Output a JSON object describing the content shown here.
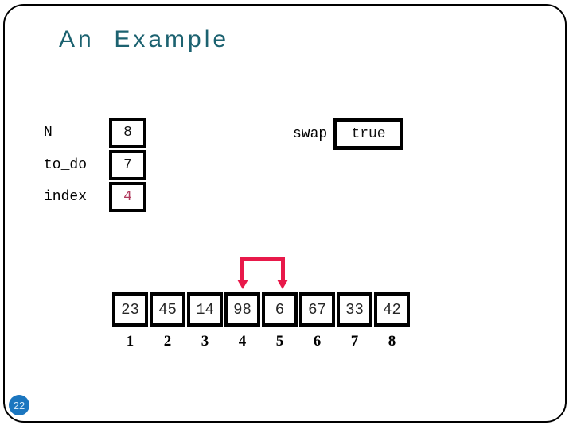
{
  "slide": {
    "title": "An  Example",
    "page_number": "22"
  },
  "variables": {
    "rows": [
      {
        "label": "N",
        "value": "8",
        "highlighted": false
      },
      {
        "label": "to_do",
        "value": "7",
        "highlighted": false
      },
      {
        "label": "index",
        "value": "4",
        "highlighted": true
      }
    ]
  },
  "swap": {
    "label": "swap",
    "value": "true"
  },
  "array": {
    "cells": [
      "23",
      "45",
      "14",
      "98",
      "6",
      "67",
      "33",
      "42"
    ],
    "indices": [
      "1",
      "2",
      "3",
      "4",
      "5",
      "6",
      "7",
      "8"
    ],
    "swap_arrow_between_indices": [
      4,
      5
    ]
  },
  "colors": {
    "title_teal": "#1c6270",
    "arrow_red": "#e8194a",
    "highlight_red": "#b13a5e",
    "page_badge_blue": "#1b76bf"
  }
}
